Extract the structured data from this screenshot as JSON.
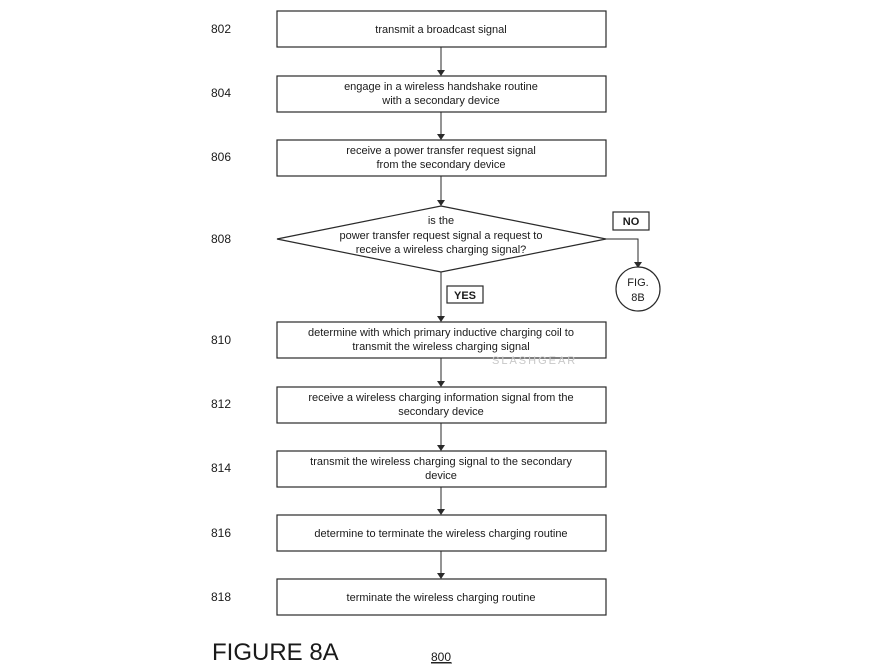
{
  "steps": [
    {
      "ref": "802",
      "lines": [
        "transmit a broadcast signal"
      ]
    },
    {
      "ref": "804",
      "lines": [
        "engage in a wireless handshake routine",
        "with a secondary device"
      ]
    },
    {
      "ref": "806",
      "lines": [
        "receive a power transfer request signal",
        "from the secondary device"
      ]
    },
    {
      "ref": "810",
      "lines": [
        "determine with which primary inductive charging coil to",
        "transmit the wireless charging signal"
      ]
    },
    {
      "ref": "812",
      "lines": [
        "receive a wireless charging information signal from the",
        "secondary device"
      ]
    },
    {
      "ref": "814",
      "lines": [
        "transmit the wireless charging signal to the secondary",
        "device"
      ]
    },
    {
      "ref": "816",
      "lines": [
        "determine to terminate the wireless charging routine"
      ]
    },
    {
      "ref": "818",
      "lines": [
        "terminate the wireless charging routine"
      ]
    }
  ],
  "decision": {
    "ref": "808",
    "lines": [
      "is the",
      "power transfer request signal a request to",
      "receive a wireless charging signal?"
    ],
    "yes_label": "YES",
    "no_label": "NO"
  },
  "offpage": {
    "lines": [
      "FIG.",
      "8B"
    ]
  },
  "figure": {
    "title": "FIGURE 8A",
    "ref": "800"
  },
  "watermark": "SLASHGEAR"
}
